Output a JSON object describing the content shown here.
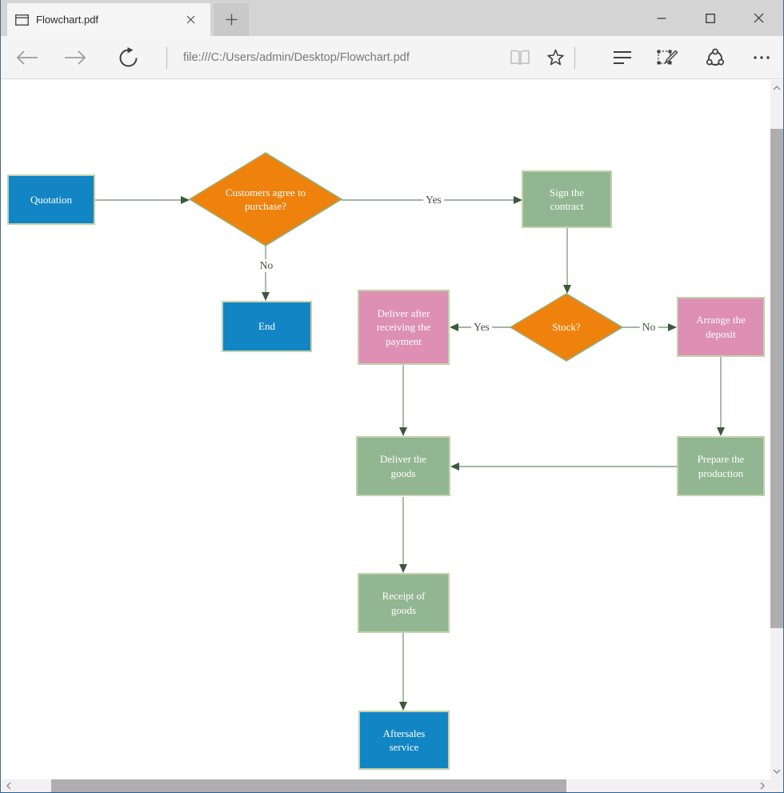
{
  "tab": {
    "title": "Flowchart.pdf"
  },
  "toolbar": {
    "url": "file:///C:/Users/admin/Desktop/Flowchart.pdf",
    "icons": [
      "back-arrow",
      "forward-arrow",
      "refresh",
      "reading-view-book",
      "favorites-star",
      "hub-lines",
      "web-note-pen",
      "share",
      "more-ellipsis"
    ]
  },
  "window_controls": [
    "minimize",
    "maximize",
    "close"
  ],
  "flowchart": {
    "nodes": [
      {
        "id": "quotation",
        "label": "Quotation",
        "shape": "rect",
        "fill": "#1285c4"
      },
      {
        "id": "customers-agree",
        "label": "Customers agree to purchase?",
        "shape": "diamond",
        "fill": "#ee820d"
      },
      {
        "id": "sign-contract",
        "label": "Sign the contract",
        "shape": "rect",
        "fill": "#92b692"
      },
      {
        "id": "end",
        "label": "End",
        "shape": "rect",
        "fill": "#1285c4"
      },
      {
        "id": "deliver-after-payment",
        "label": "Deliver after receiving the payment",
        "shape": "rect",
        "fill": "#dd8fb4"
      },
      {
        "id": "stock",
        "label": "Stock?",
        "shape": "diamond",
        "fill": "#ee820d"
      },
      {
        "id": "arrange-deposit",
        "label": "Arrange the deposit",
        "shape": "rect",
        "fill": "#dd8fb4"
      },
      {
        "id": "deliver-goods",
        "label": "Deliver the goods",
        "shape": "rect",
        "fill": "#92b692"
      },
      {
        "id": "prepare-production",
        "label": "Prepare the production",
        "shape": "rect",
        "fill": "#92b692"
      },
      {
        "id": "receipt-goods",
        "label": "Receipt of goods",
        "shape": "rect",
        "fill": "#92b692"
      },
      {
        "id": "aftersales-service",
        "label": "Aftersales service",
        "shape": "rect",
        "fill": "#1285c4"
      }
    ],
    "edges": [
      {
        "from": "quotation",
        "to": "customers-agree",
        "label": ""
      },
      {
        "from": "customers-agree",
        "to": "sign-contract",
        "label": "Yes"
      },
      {
        "from": "customers-agree",
        "to": "end",
        "label": "No"
      },
      {
        "from": "sign-contract",
        "to": "stock",
        "label": ""
      },
      {
        "from": "stock",
        "to": "deliver-after-payment",
        "label": "Yes"
      },
      {
        "from": "stock",
        "to": "arrange-deposit",
        "label": "No"
      },
      {
        "from": "arrange-deposit",
        "to": "prepare-production",
        "label": ""
      },
      {
        "from": "deliver-after-payment",
        "to": "deliver-goods",
        "label": ""
      },
      {
        "from": "prepare-production",
        "to": "deliver-goods",
        "label": ""
      },
      {
        "from": "deliver-goods",
        "to": "receipt-goods",
        "label": ""
      },
      {
        "from": "receipt-goods",
        "to": "aftersales-service",
        "label": ""
      }
    ],
    "colors": {
      "connector": "#83a083",
      "arrowhead": "#3d583d",
      "rect_border": "#c3d2a9",
      "diamond_border": "#94b277",
      "blue": "#1285c4",
      "orange": "#ee820d",
      "green": "#92b692",
      "pink": "#dd8fb4"
    }
  }
}
